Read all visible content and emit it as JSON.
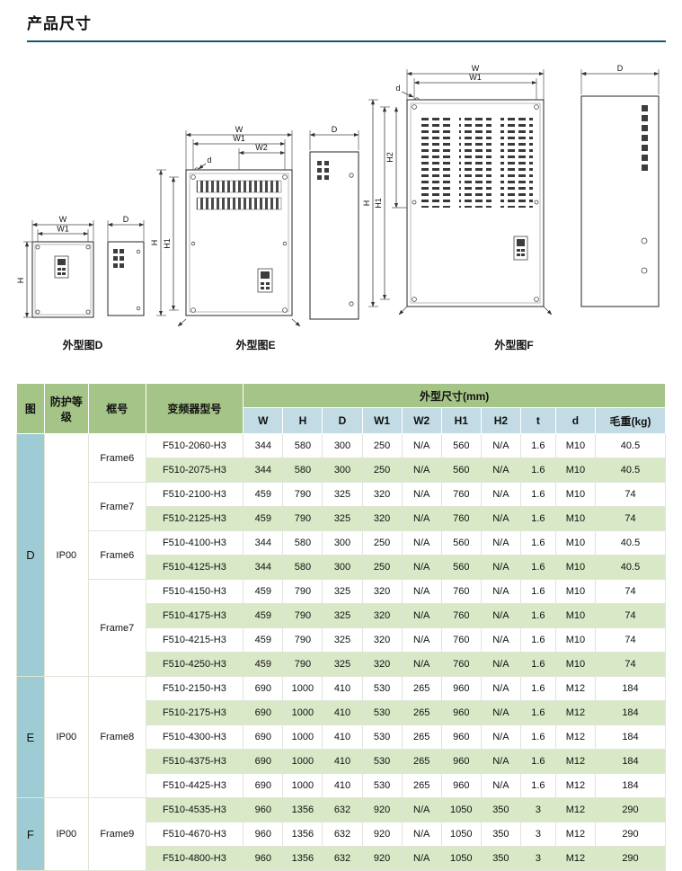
{
  "page": {
    "title": "产品尺寸"
  },
  "colors": {
    "header_green": "#a5c487",
    "row_stripe_green": "#d9e8c6",
    "subheader_blue": "#c3dbe4",
    "figure_teal": "#9fcbd4",
    "title_rule": "#14586b"
  },
  "drawings": {
    "dim_labels": {
      "w": "W",
      "w1": "W1",
      "w2": "W2",
      "d_hole": "d",
      "depth": "D",
      "h": "H",
      "h1": "H1",
      "h2": "H2"
    },
    "figure_d": {
      "label": "外型图D"
    },
    "figure_e": {
      "label": "外型图E"
    },
    "figure_f": {
      "label": "外型图F"
    }
  },
  "table": {
    "headers": {
      "figure": "图",
      "protection": "防护等级",
      "frame": "框号",
      "model": "变频器型号",
      "dimensions": "外型尺寸(mm)"
    },
    "col_headers": [
      "W",
      "H",
      "D",
      "W1",
      "W2",
      "H1",
      "H2",
      "t",
      "d",
      "毛重(kg)"
    ],
    "groups": [
      {
        "figure": "D",
        "protection": "IP00",
        "frames": [
          {
            "name": "Frame6",
            "rows": 2
          },
          {
            "name": "Frame7",
            "rows": 2
          },
          {
            "name": "Frame6",
            "rows": 2
          },
          {
            "name": "Frame7",
            "rows": 4
          }
        ],
        "rows": [
          {
            "model": "F510-2060-H3",
            "values": [
              "344",
              "580",
              "300",
              "250",
              "N/A",
              "560",
              "N/A",
              "1.6",
              "M10",
              "40.5"
            ]
          },
          {
            "model": "F510-2075-H3",
            "values": [
              "344",
              "580",
              "300",
              "250",
              "N/A",
              "560",
              "N/A",
              "1.6",
              "M10",
              "40.5"
            ]
          },
          {
            "model": "F510-2100-H3",
            "values": [
              "459",
              "790",
              "325",
              "320",
              "N/A",
              "760",
              "N/A",
              "1.6",
              "M10",
              "74"
            ]
          },
          {
            "model": "F510-2125-H3",
            "values": [
              "459",
              "790",
              "325",
              "320",
              "N/A",
              "760",
              "N/A",
              "1.6",
              "M10",
              "74"
            ]
          },
          {
            "model": "F510-4100-H3",
            "values": [
              "344",
              "580",
              "300",
              "250",
              "N/A",
              "560",
              "N/A",
              "1.6",
              "M10",
              "40.5"
            ]
          },
          {
            "model": "F510-4125-H3",
            "values": [
              "344",
              "580",
              "300",
              "250",
              "N/A",
              "560",
              "N/A",
              "1.6",
              "M10",
              "40.5"
            ]
          },
          {
            "model": "F510-4150-H3",
            "values": [
              "459",
              "790",
              "325",
              "320",
              "N/A",
              "760",
              "N/A",
              "1.6",
              "M10",
              "74"
            ]
          },
          {
            "model": "F510-4175-H3",
            "values": [
              "459",
              "790",
              "325",
              "320",
              "N/A",
              "760",
              "N/A",
              "1.6",
              "M10",
              "74"
            ]
          },
          {
            "model": "F510-4215-H3",
            "values": [
              "459",
              "790",
              "325",
              "320",
              "N/A",
              "760",
              "N/A",
              "1.6",
              "M10",
              "74"
            ]
          },
          {
            "model": "F510-4250-H3",
            "values": [
              "459",
              "790",
              "325",
              "320",
              "N/A",
              "760",
              "N/A",
              "1.6",
              "M10",
              "74"
            ]
          }
        ]
      },
      {
        "figure": "E",
        "protection": "IP00",
        "frames": [
          {
            "name": "Frame8",
            "rows": 5
          }
        ],
        "rows": [
          {
            "model": "F510-2150-H3",
            "values": [
              "690",
              "1000",
              "410",
              "530",
              "265",
              "960",
              "N/A",
              "1.6",
              "M12",
              "184"
            ]
          },
          {
            "model": "F510-2175-H3",
            "values": [
              "690",
              "1000",
              "410",
              "530",
              "265",
              "960",
              "N/A",
              "1.6",
              "M12",
              "184"
            ]
          },
          {
            "model": "F510-4300-H3",
            "values": [
              "690",
              "1000",
              "410",
              "530",
              "265",
              "960",
              "N/A",
              "1.6",
              "M12",
              "184"
            ]
          },
          {
            "model": "F510-4375-H3",
            "values": [
              "690",
              "1000",
              "410",
              "530",
              "265",
              "960",
              "N/A",
              "1.6",
              "M12",
              "184"
            ]
          },
          {
            "model": "F510-4425-H3",
            "values": [
              "690",
              "1000",
              "410",
              "530",
              "265",
              "960",
              "N/A",
              "1.6",
              "M12",
              "184"
            ]
          }
        ]
      },
      {
        "figure": "F",
        "protection": "IP00",
        "frames": [
          {
            "name": "Frame9",
            "rows": 3
          }
        ],
        "rows": [
          {
            "model": "F510-4535-H3",
            "values": [
              "960",
              "1356",
              "632",
              "920",
              "N/A",
              "1050",
              "350",
              "3",
              "M12",
              "290"
            ]
          },
          {
            "model": "F510-4670-H3",
            "values": [
              "960",
              "1356",
              "632",
              "920",
              "N/A",
              "1050",
              "350",
              "3",
              "M12",
              "290"
            ]
          },
          {
            "model": "F510-4800-H3",
            "values": [
              "960",
              "1356",
              "632",
              "920",
              "N/A",
              "1050",
              "350",
              "3",
              "M12",
              "290"
            ]
          }
        ]
      }
    ]
  }
}
